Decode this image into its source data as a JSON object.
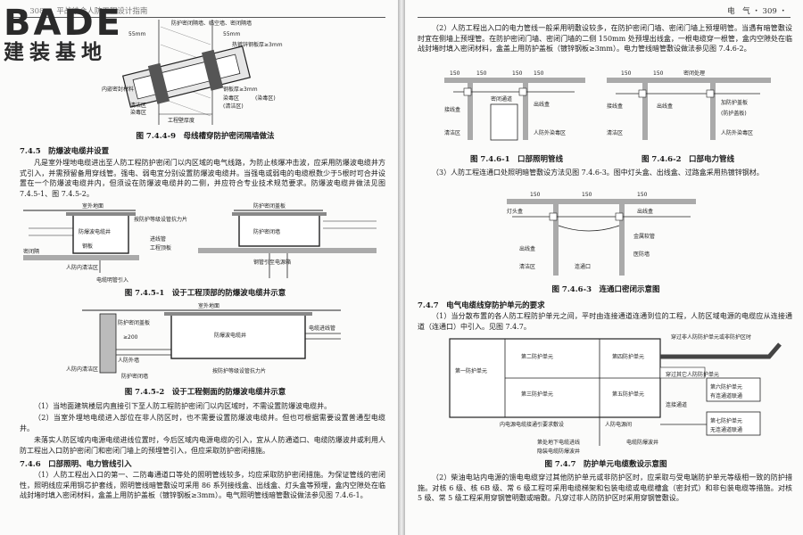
{
  "brand": {
    "name": "BADE",
    "sub": "建装基地"
  },
  "left_page": {
    "running_head": "・ 308 ・ 平战结合人防工程设计指南",
    "fig_749_labels": [
      "防护密闭隔墙、临空墙、密闭隔墙",
      "55mm",
      "55mm",
      "热镀锌钢板厚≥3mm",
      "内嵌密封材料",
      "清洁区",
      "染毒区",
      "钢板厚≥3mm",
      "染毒区",
      "(清洁区)",
      "(染毒区)",
      "工程壁厚度"
    ],
    "fig_749_caption": "图 7.4.4-9　母线槽穿防护密闭隔墙做法",
    "sec_745": "7.4.5　防爆波电缆井设置",
    "para_745": "凡是室外埋地电缆进出至人防工程防护密闭门以内区域的电气线路，为防止核爆冲击波，应采用防爆波电缆井方式引入，并需预留备用穿线管。强电、弱电宜分别设置防爆波电缆井。当强电或弱电的电缆根数少于5根时可合并设置在一个防爆波电缆井内，但须设在防爆波电缆井的二侧，并应符合专业技术规范要求。防爆波电缆井做法见图 7.4.5-1、图 7.4.5-2。",
    "fig_7451_labels": [
      "室外地面",
      "按防护等级设管抗力片",
      "防爆波电缆井",
      "进线管",
      "工程顶板",
      "防护密闭盖板",
      "钢板",
      "防护密闭墙",
      "人防内清洁区",
      "密闭隔",
      "电缆明管引入",
      "钢管引至电源箱"
    ],
    "fig_7451_caption": "图 7.4.5-1　设于工程顶部的防爆波电缆井示意",
    "fig_7452_labels": [
      "室外地面",
      "≥200",
      "防护密闭盖板",
      "防爆波电缆井",
      "电缆进线管",
      "人防外墙",
      "人防内清洁区",
      "防护密闭墙",
      "按防护等级设管抗力片"
    ],
    "fig_7452_caption": "图 7.4.5-2　设于工程侧面的防爆波电缆井示意",
    "para_1": "（1）当地面建筑楼层内直接引下至人防工程防护密闭门以内区域时，不需设置防爆波电缆井。",
    "para_2": "（2）当室外埋地电缆进入部位在非人防区时，也不需要设置防爆波电缆井。但也可根据需要设置普通型电缆井。",
    "para_3": "未落实人防区域内电源电缆进线位置时，今后区域内电源电缆的引入，宜从人防通道口、电缆防爆波井或利用人防工程出入口防护密闭门和密闭门墙上的预埋管引入，但应采取防护密闭措施。",
    "sec_746": "7.4.6　口部照明、电力管线引入",
    "para_746": "（1）人防工程出入口的第一、二防毒通道口等处的照明管线较多，均应采取防护密闭措施。为保证管线的密闭性，照明线应采用铜芯护套线，照明管线暗管敷设可采用 86 系列接线盒、出线盒、灯头盒等预埋，盒内空隙处在临战封堵时填入密闭材料，盒盖上用防护盖板（镀锌钢板≥3mm）。电气照明管线暗管敷设做法参见图 7.4.6-1。"
  },
  "right_page": {
    "running_head": "电　气 ・ 309 ・",
    "para_2": "（2）人防工程出入口的电力管线一般采用明敷设较多，在防护密闭门墙、密闭门墙上预埋明管。当遇有暗管敷设时宜在侧墙上预埋管。在防护密闭门墙、密闭门墙的二侧 150mm 处预埋出线盒，一根电缆穿一根管，盒内空隙处在临战封堵时填入密闭材料，盒盖上用防护盖板（镀锌钢板≥3mm）。电力管线暗管敷设做法参见图 7.4.6-2。",
    "fig_7461_labels": [
      "150",
      "150",
      "150",
      "150",
      "接线盒",
      "密闭通道",
      "出线盒",
      "清洁区",
      "人防外染毒区"
    ],
    "fig_7462_labels": [
      "150",
      "150",
      "密闭处理",
      "接线盒",
      "出线盒",
      "加防护盖板",
      "清洁区",
      "人防外染毒区",
      "(防护盖板)"
    ],
    "fig_7461_caption": "图 7.4.6-1　口部照明管线",
    "fig_7462_caption": "图 7.4.6-2　口部电力管线",
    "para_3": "（3）人防工程连通口处照明暗管敷设方法见图 7.4.6-3。图中灯头盒、出线盒、过路盒采用热镀锌钢材。",
    "fig_7463_labels": [
      "灯头盒",
      "出线盒",
      "150",
      "150",
      "150",
      "金属软管",
      "出线盒",
      "清洁区",
      "连通口",
      "医防墙"
    ],
    "fig_7463_caption": "图 7.4.6-3　连通口密闭示意图",
    "sec_747": "7.4.7　电气电缆线穿防护单元的要求",
    "para_747": "（1）当分散布置的各人防工程防护单元之间，平时由连接通道连通到位的工程，人防区域电源的电缆应从连接通道（连通口）中引入。见图 7.4.7。",
    "fig_747_labels": [
      "第一防护单元",
      "第二防护单元",
      "第四防护单元",
      "第三防护单元",
      "第五防护单元",
      "穿过非人防防护单元或非防护区时",
      "穿过其它人防防护单元",
      "第六防护单元",
      "有连通道联通",
      "连接通道",
      "内电源电缆接通引要求敷设",
      "人防电源间",
      "第七防护单元",
      "无连通道联通",
      "第处地下电缆进线",
      "隐装电缆防爆波井",
      "电缆防爆波井"
    ],
    "fig_747_caption": "图 7.4.7　防护单元电缆敷设示意图",
    "para_last": "（2）柴油电站内电源的馈电电缆穿过其他防护单元或非防护区时，应采取与受电端防护单元等级相一致的防护措施。对核 6 级、核 6B 级、常 6 级工程可采用电缆梯架和包装电缆或电缆槽盒（密封式）和非包装电缆等措施。对核 5 级、常 5 级工程采用穿钢管明敷或暗敷。凡穿过非人防防护区时采用穿钢管敷设。"
  }
}
